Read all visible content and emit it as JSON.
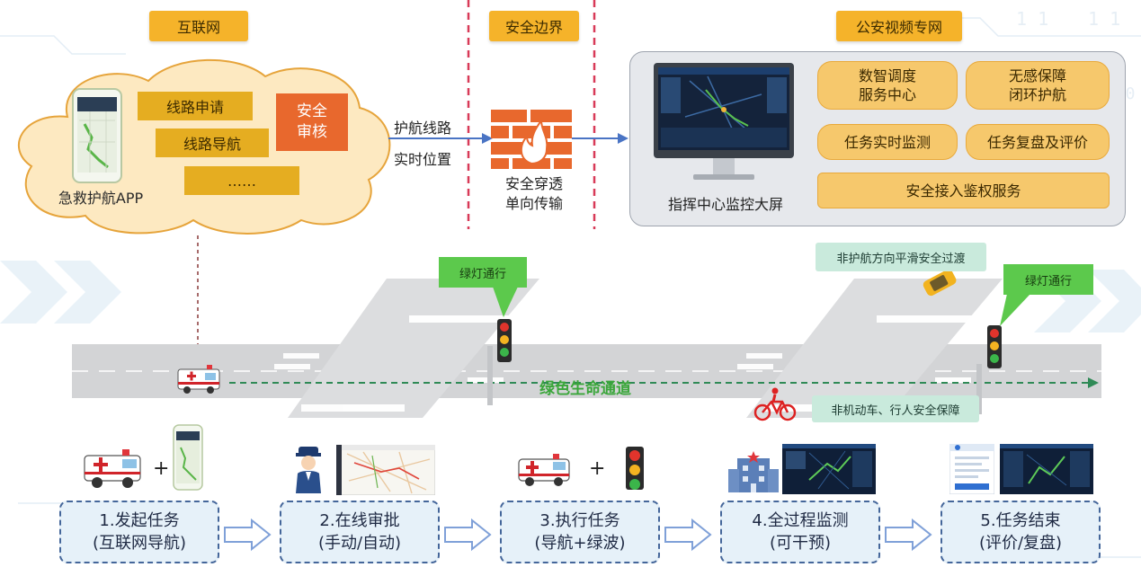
{
  "top": {
    "internet_tag": "互联网",
    "boundary_tag": "安全边界",
    "police_tag": "公安视频专网"
  },
  "cloud": {
    "app_label": "急救护航APP",
    "route_apply": "线路申请",
    "route_nav": "线路导航",
    "more": "……",
    "security_audit_l1": "安全",
    "security_audit_l2": "审核"
  },
  "transfer": {
    "route_label": "护航线路",
    "location_label": "实时位置",
    "firewall_l1": "安全穿透",
    "firewall_l2": "单向传输"
  },
  "police_net": {
    "screen_label": "指挥中心监控大屏",
    "dispatch_l1": "数智调度",
    "dispatch_l2": "服务中心",
    "escort_l1": "无感保障",
    "escort_l2": "闭环护航",
    "monitor": "任务实时监测",
    "review": "任务复盘及评价",
    "auth": "安全接入鉴权服务"
  },
  "road": {
    "green_light_1": "绿灯通行",
    "green_light_2": "绿灯通行",
    "channel": "绿色生命通道",
    "smooth_transition": "非护航方向平滑安全过渡",
    "pedestrian_safety": "非机动车、行人安全保障"
  },
  "steps": [
    {
      "line1": "1.发起任务",
      "line2": "(互联网导航)"
    },
    {
      "line1": "2.在线审批",
      "line2": "(手动/自动)"
    },
    {
      "line1": "3.执行任务",
      "line2": "(导航+绿波)"
    },
    {
      "line1": "4.全过程监测",
      "line2": "(可干预)"
    },
    {
      "line1": "5.任务结束",
      "line2": "(评价/复盘)"
    }
  ],
  "plus_1": "+",
  "plus_2": "+",
  "colors": {
    "tag_orange": "#f5b32a",
    "cloud_fill": "#fde9c1",
    "audit_red": "#e8682d",
    "green": "#5cc94c",
    "step_border": "#44669a",
    "step_fill": "#e6f1f9"
  }
}
